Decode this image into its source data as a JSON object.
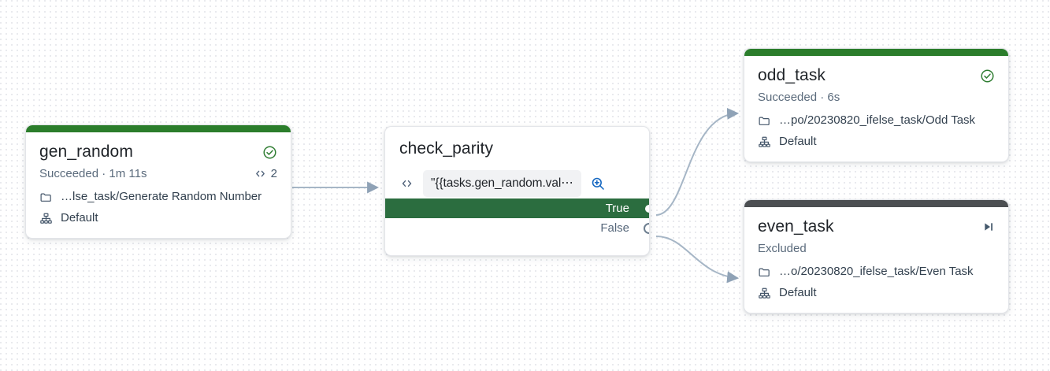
{
  "canvas": {
    "background": "#ffffff",
    "dot_color": "#e9eaee",
    "edge_color": "#9fb0c2"
  },
  "colors": {
    "success_green": "#2b7d2b",
    "branch_green": "#2b6d3f",
    "excluded_gray": "#4c4f52",
    "title_text": "#1f2328",
    "status_text": "#5b6b7c",
    "accent_blue": "#1668c1"
  },
  "nodes": [
    {
      "id": "gen_random",
      "title": "gen_random",
      "status": "Succeeded · 1m 11s",
      "status_icon": "circle-check-icon",
      "header_color": "#2b7d2b",
      "code_count": "2",
      "code_icon": "code-brackets-icon",
      "path": "…lse_task/Generate Random Number",
      "path_icon": "folder-icon",
      "pool": "Default",
      "pool_icon": "sitemap-icon"
    },
    {
      "id": "check_parity",
      "title": "check_parity",
      "expression": "\"{{tasks.gen_random.val⋯",
      "expression_icon": "code-brackets-icon",
      "magnifier_icon": "zoom-in-icon",
      "branches": [
        {
          "label": "True",
          "active": true,
          "port": "port-true"
        },
        {
          "label": "False",
          "active": false,
          "port": "port-false"
        }
      ]
    },
    {
      "id": "odd_task",
      "title": "odd_task",
      "status": "Succeeded · 6s",
      "status_icon": "circle-check-icon",
      "header_color": "#2b7d2b",
      "path": "…po/20230820_ifelse_task/Odd Task",
      "path_icon": "folder-icon",
      "pool": "Default",
      "pool_icon": "sitemap-icon"
    },
    {
      "id": "even_task",
      "title": "even_task",
      "status": "Excluded",
      "status_icon": "skip-forward-icon",
      "header_color": "#4c4f52",
      "path": "…o/20230820_ifelse_task/Even Task",
      "path_icon": "folder-icon",
      "pool": "Default",
      "pool_icon": "sitemap-icon"
    }
  ],
  "edges": [
    {
      "from": "gen_random",
      "to": "check_parity"
    },
    {
      "from": "check_parity:True",
      "to": "odd_task"
    },
    {
      "from": "check_parity:False",
      "to": "even_task"
    }
  ]
}
